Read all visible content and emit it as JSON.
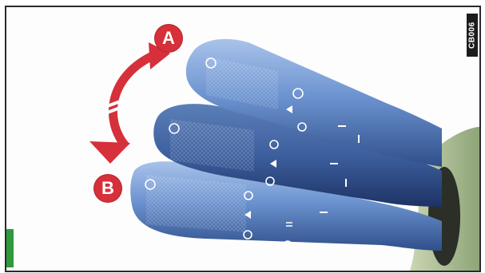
{
  "figure": {
    "code": "CB006",
    "position_a_label": "A",
    "position_b_label": "B"
  },
  "icons": {
    "arrow": "curved-double-arrow-icon",
    "lever_top": "stalk-lever-position-a",
    "lever_mid": "stalk-lever-neutral",
    "lever_bottom": "stalk-lever-position-b",
    "headlamp_symbol": "high-beam-icon",
    "light_symbol": "sidelight-icon",
    "fog_symbol": "fog-lamp-icon"
  },
  "colors": {
    "lever": "#5a86c8",
    "lever_dark": "#2f4f8a",
    "arrow": "#d6303a",
    "housing": "#b9c9a4",
    "corner": "#2e9a3c"
  }
}
